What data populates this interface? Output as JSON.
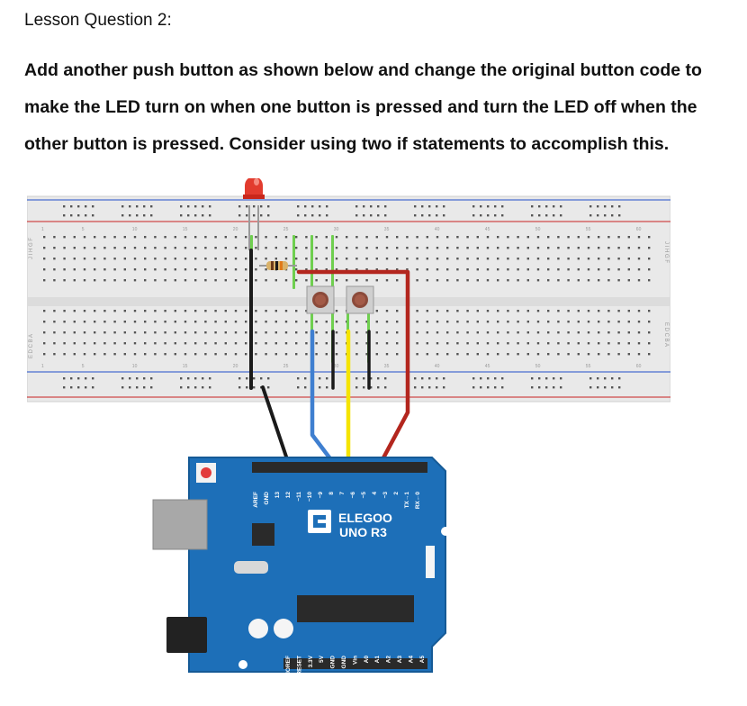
{
  "lesson": {
    "heading": "Lesson Question 2:",
    "instructions": "Add another push button as shown below and change the original button code to make the LED turn on when one button is pressed and turn the LED off when the other button is pressed. Consider using two if statements to accomplish this."
  },
  "board": {
    "brand": "ELEGOO",
    "model": "UNO R3",
    "top_pins": [
      "AREF",
      "GND",
      "13",
      "12",
      "~11",
      "~10",
      "~9",
      "8",
      "7",
      "~6",
      "~5",
      "4",
      "~3",
      "2",
      "TX→1",
      "RX←0"
    ],
    "bottom_pins": [
      "IOREF",
      "RESET",
      "3.3V",
      "5V",
      "GND",
      "GND",
      "Vin",
      "A0",
      "A1",
      "A2",
      "A3",
      "A4",
      "A5"
    ]
  },
  "breadboard": {
    "column_numbers": [
      "1",
      "5",
      "10",
      "15",
      "20",
      "25",
      "30",
      "35",
      "40",
      "45",
      "50",
      "55",
      "60"
    ],
    "row_letters_top": "J I H G F",
    "row_letters_bottom": "E D C B A"
  },
  "colors": {
    "board_blue": "#1d6fb8",
    "wire_red": "#b3261e",
    "wire_yellow": "#f5e400",
    "wire_blue": "#3f7fd0",
    "wire_black": "#1a1a1a",
    "led_red": "#e23b2e"
  }
}
